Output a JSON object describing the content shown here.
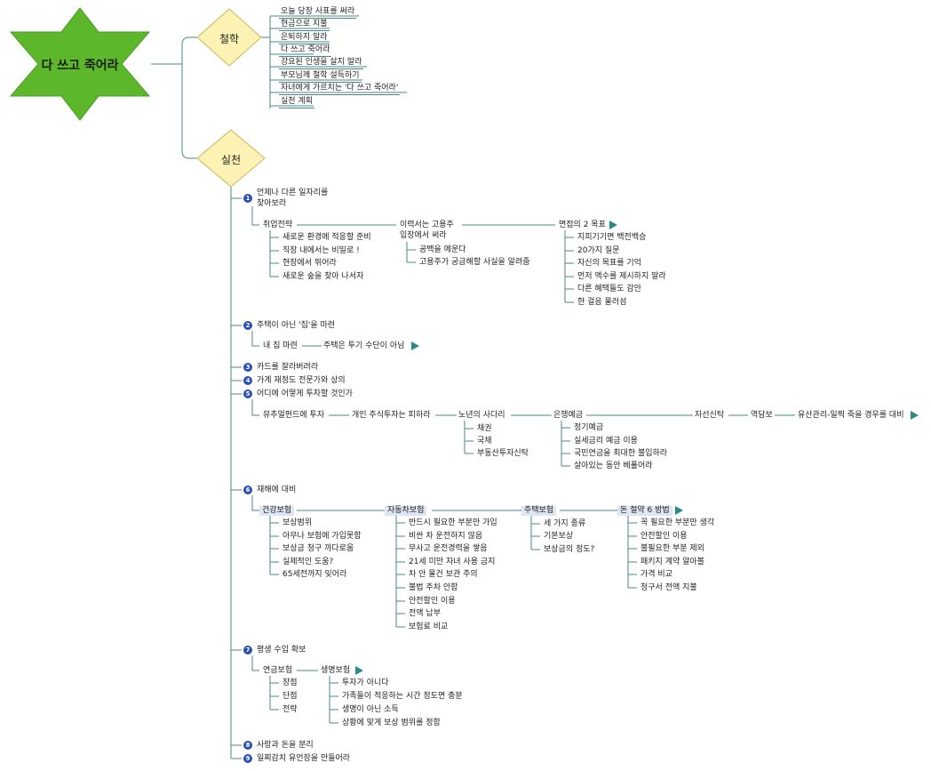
{
  "central": "다 쓰고 죽어라",
  "colors": {
    "connector": "#4a8a8a",
    "star_fill": "#5cb82a",
    "diamond_fill": "#fbf2b3",
    "marker": "#2a4fb0",
    "arrow": "#2a8a8a"
  },
  "branches": {
    "philosophy": {
      "label": "철학",
      "items": [
        "오늘 당장 사표를 써라",
        "현금으로 지불",
        "은퇴하지 말라",
        "다 쓰고 죽어라",
        "강요된 인생을 살지 말라",
        "부모님께 철학 설득하기",
        "자녀에게 가르치는 '다 쓰고 죽어라'",
        "실천 계획"
      ]
    },
    "practice": {
      "label": "실천"
    }
  },
  "practice": {
    "n1": {
      "marker": "1",
      "title_l1": "언제나 다른 일자리를",
      "title_l2": "찾아보라",
      "job": "취업전략",
      "job_items": [
        "새로운 환경에 적응할 준비",
        "직장 내에서는 비밀로 !",
        "현장에서 뛰어라",
        "새로운 숲을 찾아 나서자"
      ],
      "resume_l1": "이력서는 고용주",
      "resume_l2": "입장에서 써라",
      "resume_items": [
        "공백을 메운다",
        "고용주가 궁금해할 사실을 알려줌"
      ],
      "interview": "면접의 2 목표",
      "interview_items": [
        "지피기기면 백전백승",
        "20가지 질문",
        "자신의 목표를 기억",
        "먼저 액수를 제시하지 말라",
        "다른 혜택들도 감안",
        "한 걸음 물러섬"
      ]
    },
    "n2": {
      "marker": "2",
      "title": "주택이 아닌 '집'을 마련",
      "sub": "내 집 마련",
      "sub2": "주택은 투기 수단이 아님"
    },
    "n3": {
      "marker": "3",
      "title": "카드를 잘라버려라"
    },
    "n4": {
      "marker": "4",
      "title": "가계 재정도 전문가와 상의"
    },
    "n5": {
      "marker": "5",
      "title": "어디에 어떻게 투자할 것인가",
      "chain": [
        "뮤추얼펀드에 투자",
        "개인 주식투자는 피하라",
        "노년의 사다리",
        "은행예금",
        "자선신탁",
        "역담보",
        "유산관리-일찍 죽을 경우를 대비"
      ],
      "ladder_items": [
        "채권",
        "국채",
        "부동산투자신탁"
      ],
      "bank_items": [
        "정기예금",
        "실세금리 예금 이용",
        "국민연금을 최대한 불입하라",
        "살아있는 동안 베풀어라"
      ]
    },
    "n6": {
      "marker": "6",
      "title": "재해에 대비",
      "health": "건강보험",
      "health_items": [
        "보상범위",
        "아무나 보험에 가입못함",
        "보상금 청구 까다로움",
        "실제적인 도움?",
        "65세전까지 잊어라"
      ],
      "auto": "자동차보험",
      "auto_items": [
        "반드시 필요한 부분만 가입",
        "비싼 차 운전하지 않음",
        "무사고 운전경력을 쌓음",
        "21세 미만 자녀 사용 금지",
        "차 안 물건 보관 주의",
        "불법 주차 안함",
        "안전할인 이용",
        "전액 납부",
        "보험료 비교"
      ],
      "home": "주택보험",
      "home_items": [
        "세 가지 종류",
        "기본보상",
        "보상금의 정도?"
      ],
      "save": "돈 절약 6 방법",
      "save_items": [
        "꼭 필요한 부분만 생각",
        "안전할인 이용",
        "불필요한 부분 제외",
        "패키지 계약 알아볼",
        "가격 비교",
        "청구서 전액 지불"
      ]
    },
    "n7": {
      "marker": "7",
      "title": "평생 수입 확보",
      "annuity": "연금보험",
      "annuity_items": [
        "장점",
        "단점",
        "전략"
      ],
      "life": "생명보험",
      "life_items": [
        "투자가 아니다",
        "가족들이 적응하는 시간 정도면 충분",
        "생명이 아닌 소득",
        "상황에 맞게 보상 범위를 정함"
      ]
    },
    "n8": {
      "marker": "8",
      "title": "사랑과 돈을 분리"
    },
    "n9": {
      "marker": "9",
      "title": "일찌감치 유언장을 만들어라"
    }
  }
}
